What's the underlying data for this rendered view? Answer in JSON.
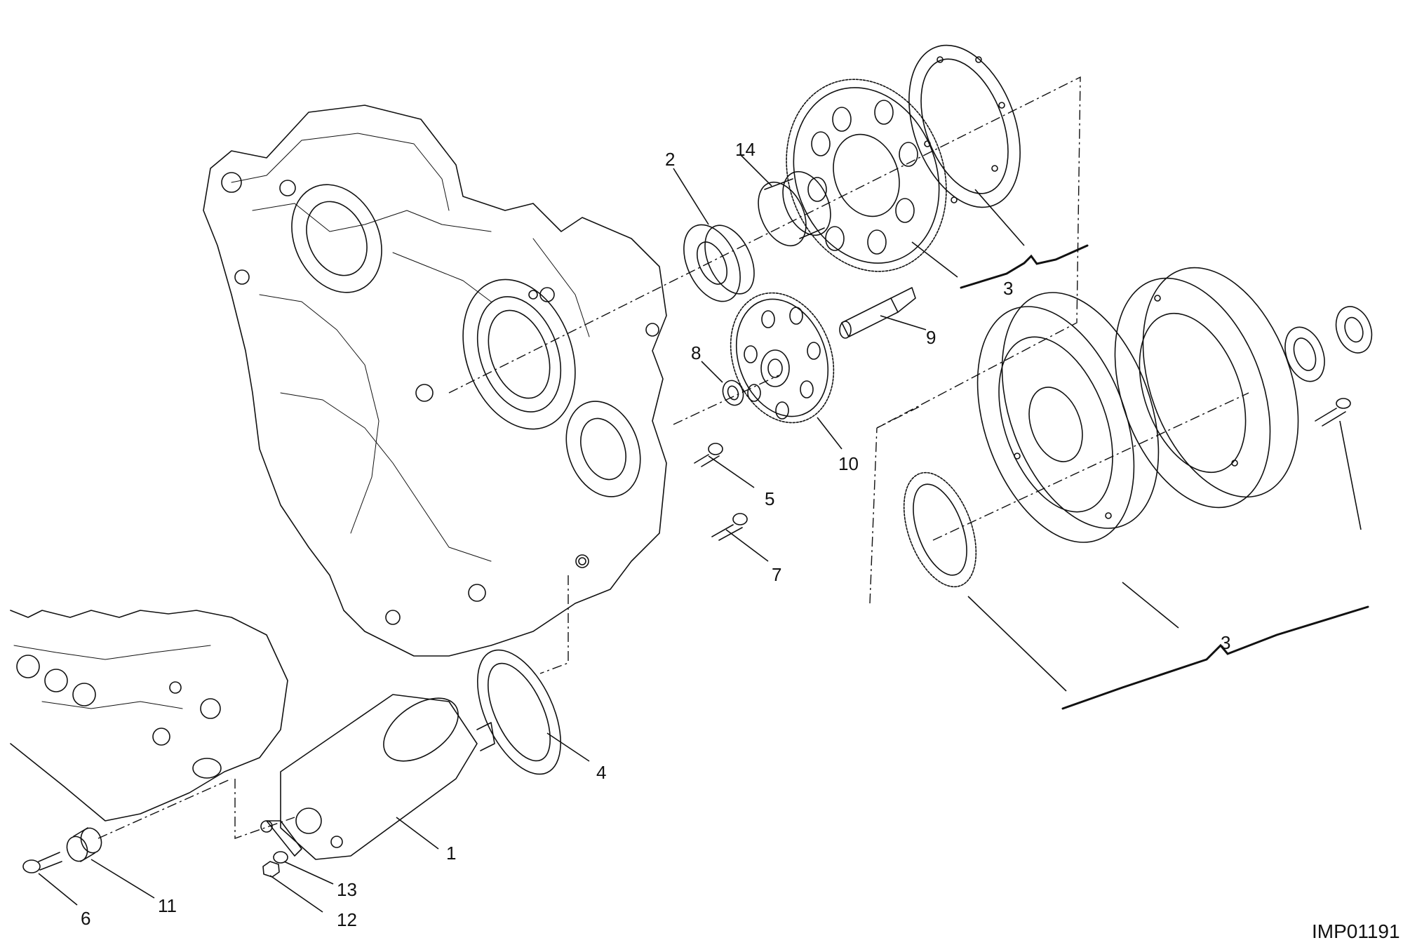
{
  "callouts": {
    "c1": "1",
    "c2": "2",
    "c3a": "3",
    "c3b": "3",
    "c4": "4",
    "c5": "5",
    "c6": "6",
    "c7": "7",
    "c8": "8",
    "c9": "9",
    "c10": "10",
    "c11": "11",
    "c12": "12",
    "c13": "13",
    "c14": "14"
  },
  "drawing_ref": "IMP01191"
}
